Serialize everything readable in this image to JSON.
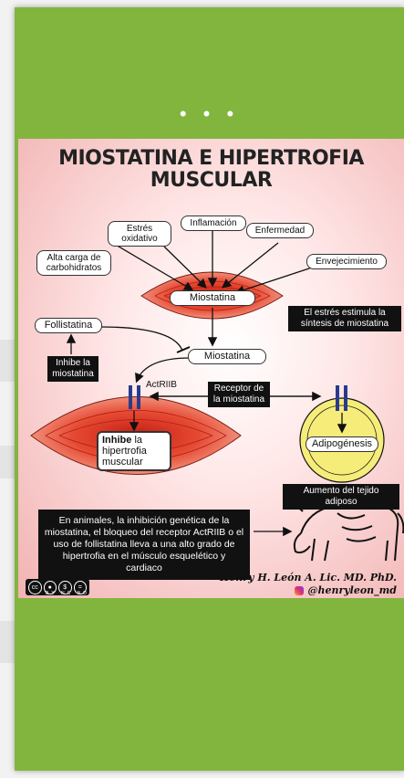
{
  "menu": {
    "dots": "• • •"
  },
  "poster": {
    "title_line1": "MIOSTATINA E HIPERTROFIA",
    "title_line2": "MUSCULAR",
    "stressors": {
      "estres": "Estrés oxidativo",
      "inflamacion": "Inflamación",
      "enfermedad": "Enfermedad",
      "alta_carga": "Alta carga de carbohidratos",
      "envejecimiento": "Envejecimiento"
    },
    "miostatina_muscle": "Miostatina",
    "estres_note": "El estrés estimula la síntesis de miostatina",
    "follistatina": "Follistatina",
    "inhibe_miostatina": "Inhibe la miostatina",
    "miostatina_free": "Miostatina",
    "actriib": "ActRIIB",
    "receptor": "Receptor de la miostatina",
    "inhibe_bold": "Inhibe",
    "inhibe_rest": "la hipertrofia muscular",
    "adipogenesis": "Adipogénesis",
    "aumento": "Aumento del tejido adiposo",
    "animales": "En animales, la inhibición genética de la miostatina, el bloqueo del receptor ActRIIB o el uso de follistatina lleva a una alto grado de hipertrofia en el músculo esquelético y cardiaco",
    "license": {
      "label": "cc",
      "terms": "BY NC ND"
    },
    "author": "Henry H. León A. Lic. MD. PhD.",
    "handle": "@henryleon_md"
  },
  "colors": {
    "panel": "#82b53e",
    "muscle": "#e03a2a",
    "receptor": "#2a3a8c",
    "fat": "#f6ec7a"
  }
}
